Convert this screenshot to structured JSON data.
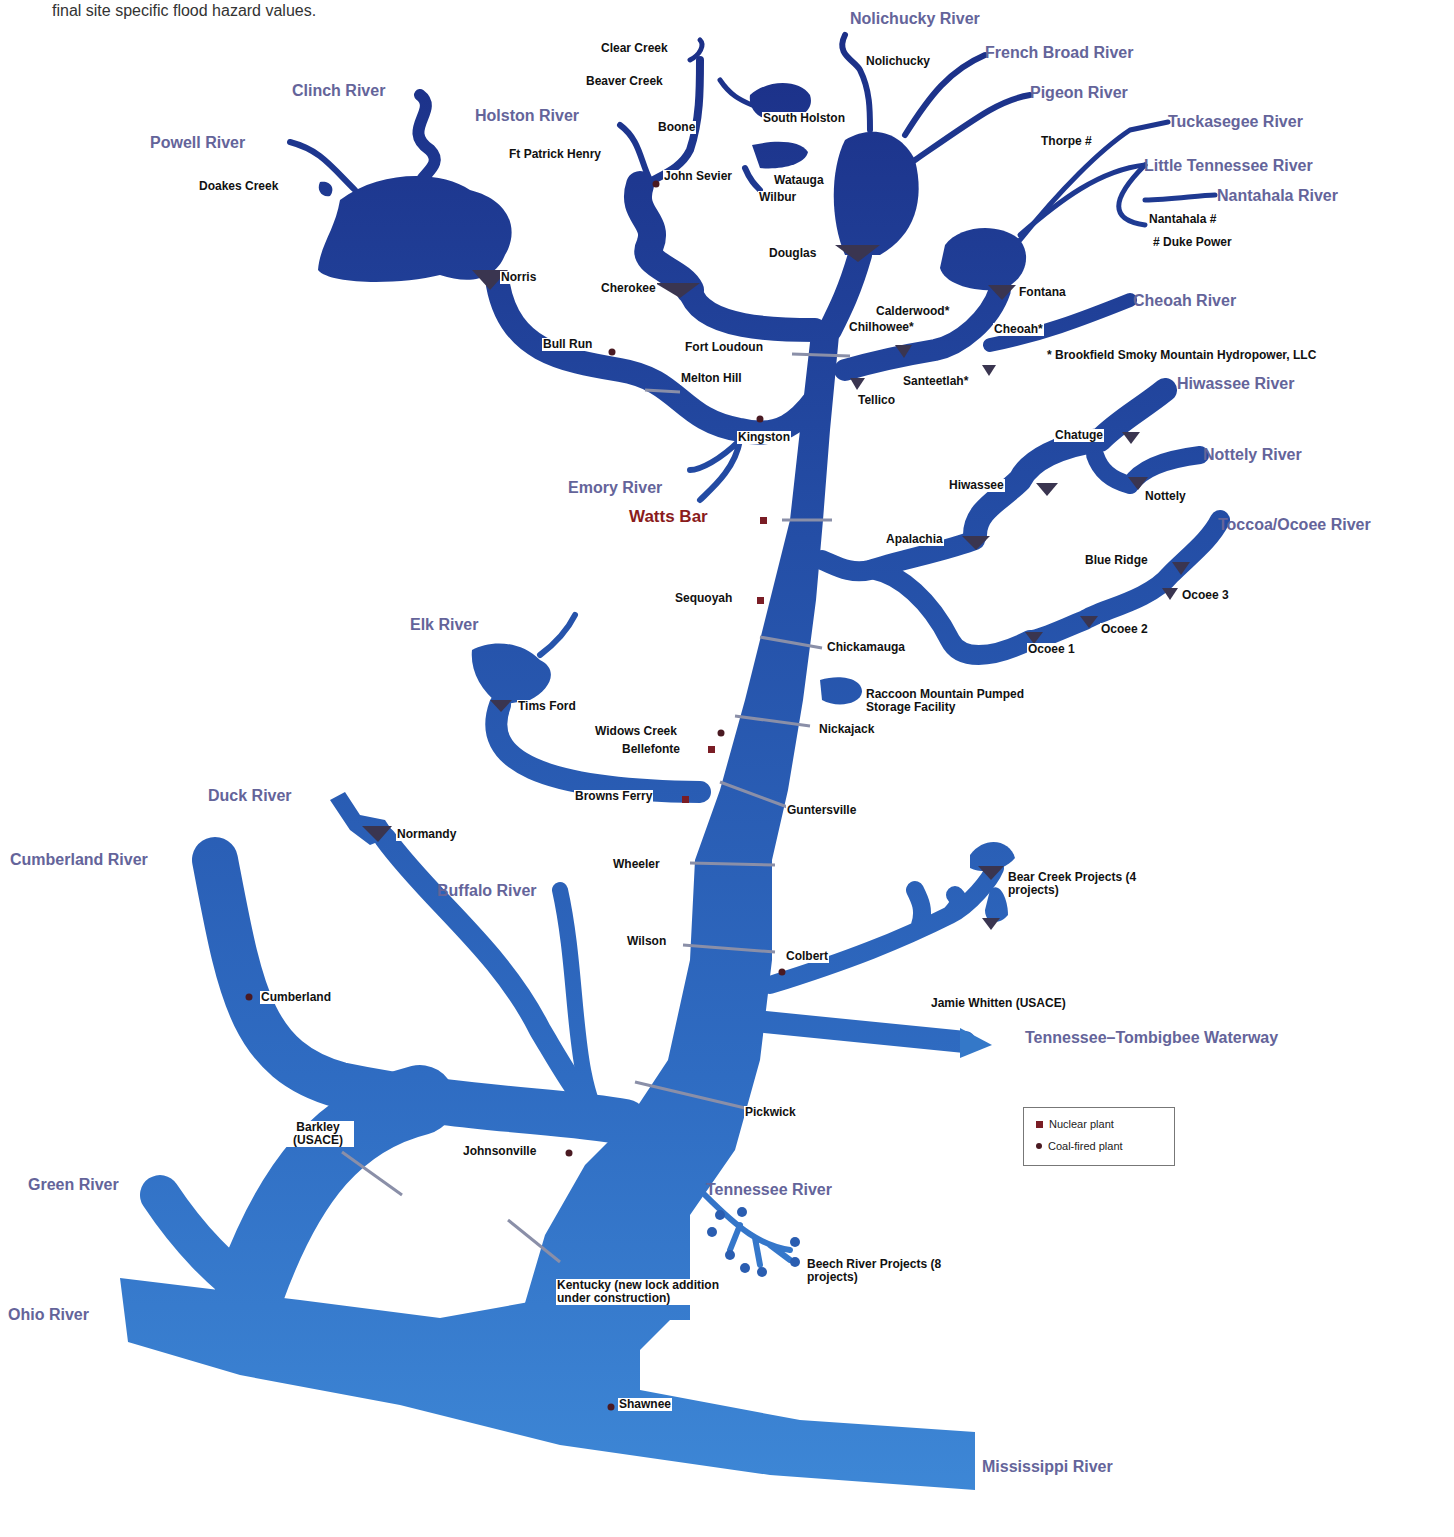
{
  "diagram": {
    "labels": [
      "final site specific flood hazard values.",
      "Nolichucky River",
      "Clear Creek",
      "Beaver Creek",
      "French Broad River",
      "Nolichucky",
      "Clinch River",
      "Pigeon River",
      "Holston River",
      "South Holston",
      "Boone",
      "Tuckasegee River",
      "Powell River",
      "Thorpe #",
      "Ft Patrick Henry",
      "Little Tennessee River",
      "John Sevier",
      "Watauga",
      "Doakes Creek",
      "Wilbur",
      "Nantahala River",
      "Nantahala #",
      "# Duke Power",
      "Douglas",
      "Norris",
      "Cherokee",
      "Fontana",
      "Cheoah River",
      "Calderwood*",
      "Chilhowee*",
      "Cheoah*",
      "Bull Run",
      "Fort Loudoun",
      "* Brookfield Smoky Mountain Hydropower, LLC",
      "Melton Hill",
      "Santeetlah*",
      "Hiwassee River",
      "Tellico",
      "Kingston",
      "Chatuge",
      "Nottely River",
      "Hiwassee",
      "Emory River",
      "Nottely",
      "Watts Bar",
      "Toccoa/Ocoee River",
      "Apalachia",
      "Blue Ridge",
      "Sequoyah",
      "Ocoee 3",
      "Elk River",
      "Ocoee 2",
      "Chickamauga",
      "Ocoee 1",
      "Raccoon Mountain Pumped Storage Facility",
      "Tims Ford",
      "Widows Creek",
      "Nickajack",
      "Bellefonte",
      "Duck River",
      "Browns Ferry",
      "Guntersville",
      "Normandy",
      "Cumberland River",
      "Wheeler",
      "Bear Creek Projects (4 projects)",
      "Buffalo River",
      "Wilson",
      "Colbert",
      "Cumberland",
      "Jamie Whitten (USACE)",
      "Tennessee–Tombigbee Waterway",
      "Pickwick",
      "Barkley (USACE)",
      "Johnsonville",
      "Green River",
      "Tennessee River",
      "Beech River Projects (8 projects)",
      "Kentucky (new lock addition under construction)",
      "Ohio River",
      "Shawnee",
      "Mississippi River"
    ],
    "legend": [
      {
        "text": "Nuclear plant"
      },
      {
        "text": "Coal-fired plant"
      }
    ]
  }
}
